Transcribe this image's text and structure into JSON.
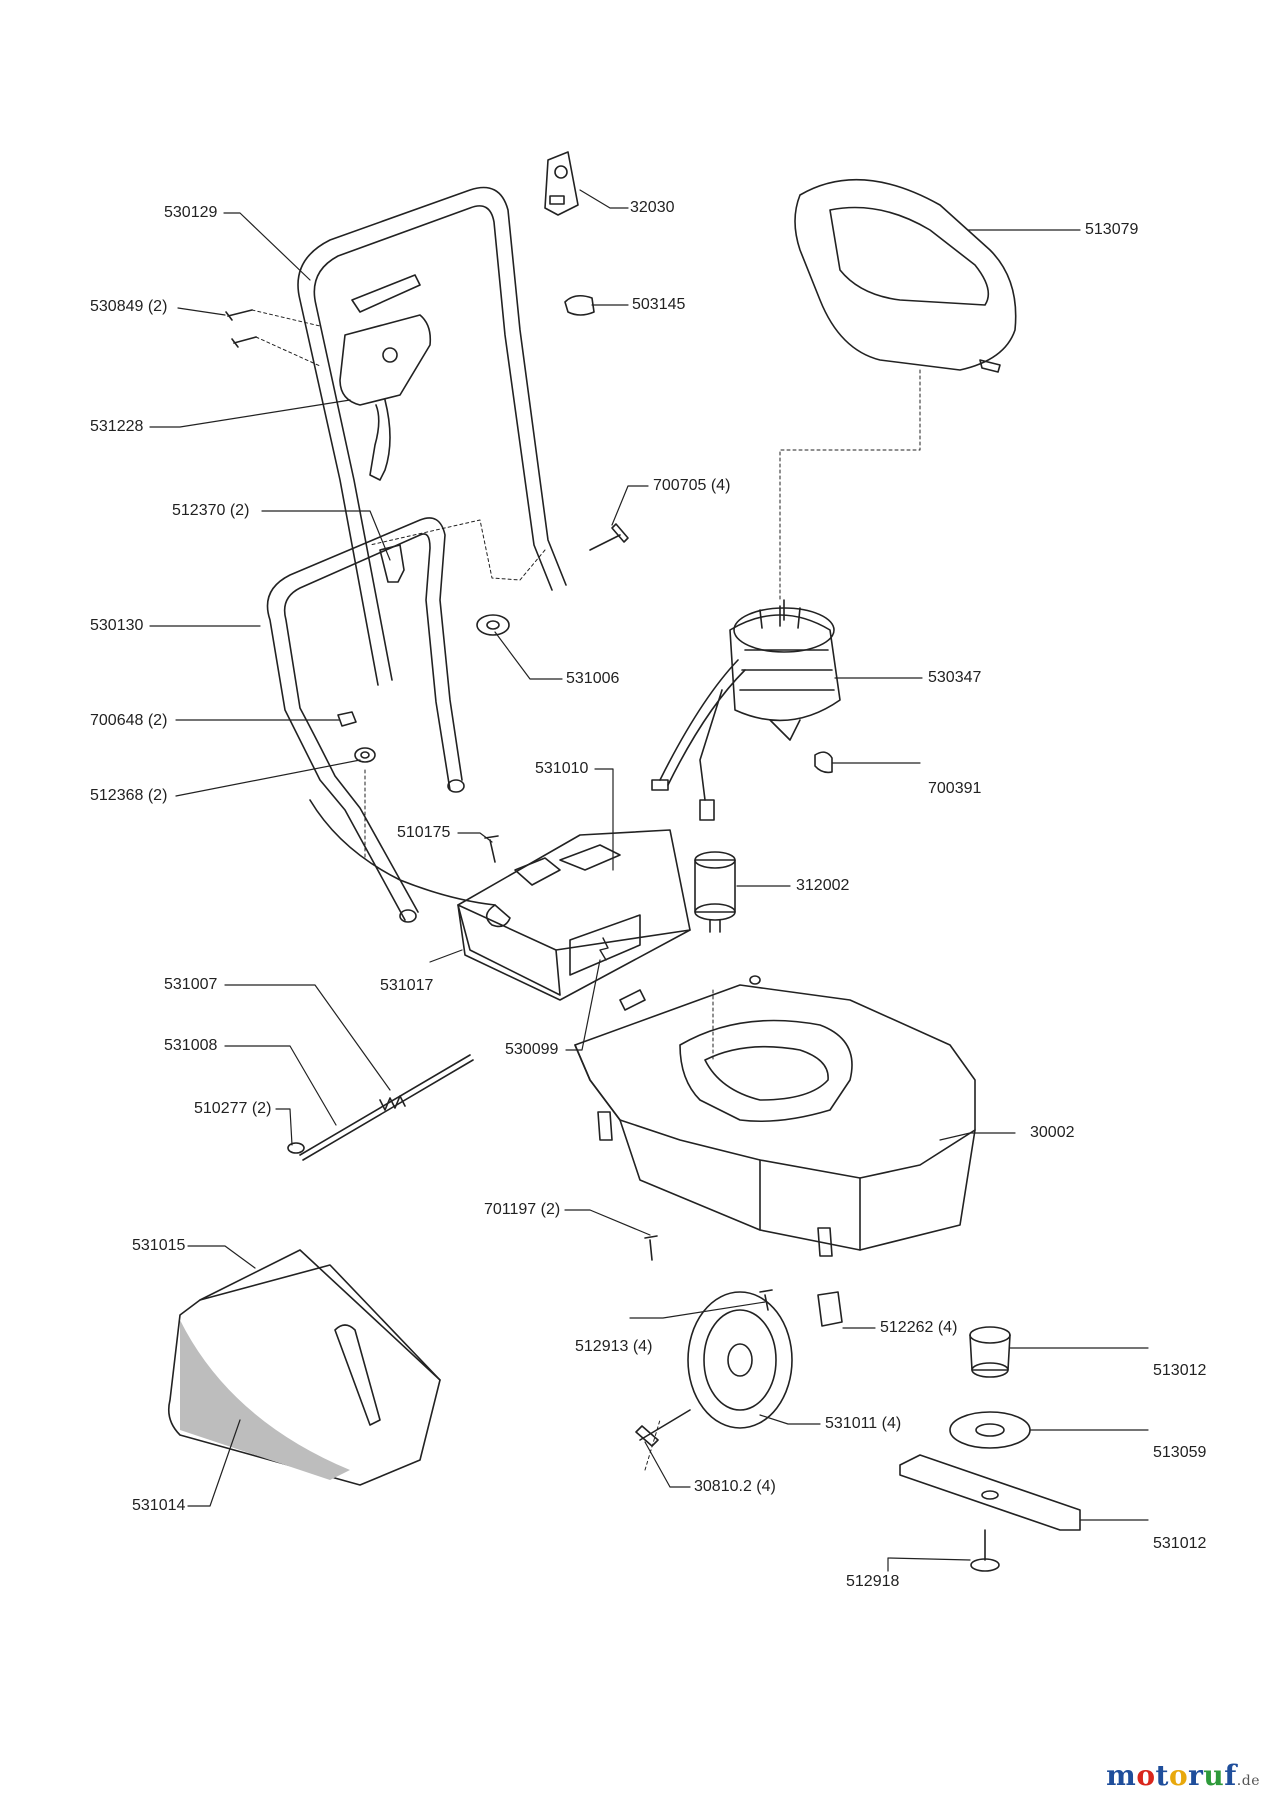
{
  "diagram": {
    "labels": {
      "p530129": "530129",
      "p32030": "32030",
      "p513079": "513079",
      "p530849": "530849 (2)",
      "p503145": "503145",
      "p531228": "531228",
      "p700705": "700705 (4)",
      "p512370": "512370 (2)",
      "p530130": "530130",
      "p531006": "531006",
      "p530347": "530347",
      "p700648": "700648 (2)",
      "p700391": "700391",
      "p512368": "512368 (2)",
      "p531010": "531010",
      "p510175": "510175",
      "p312002": "312002",
      "p531017": "531017",
      "p531007": "531007",
      "p530099": "530099",
      "p531008": "531008",
      "p510277": "510277 (2)",
      "p30002": "30002",
      "p701197": "701197 (2)",
      "p531015": "531015",
      "p512913": "512913 (4)",
      "p512262": "512262 (4)",
      "p513012": "513012",
      "p531011": "531011 (4)",
      "p513059": "513059",
      "p30810": "30810.2 (4)",
      "p531014": "531014",
      "p531012": "531012",
      "p512918": "512918"
    }
  },
  "watermark": {
    "letters": [
      "m",
      "o",
      "t",
      "o",
      "r",
      "u",
      "f"
    ],
    "colors": [
      "#1f4e9b",
      "#d9261c",
      "#1f4e9b",
      "#e8a80c",
      "#1f4e9b",
      "#2e9a3a",
      "#1f4e9b"
    ],
    "suffix": ".de"
  }
}
